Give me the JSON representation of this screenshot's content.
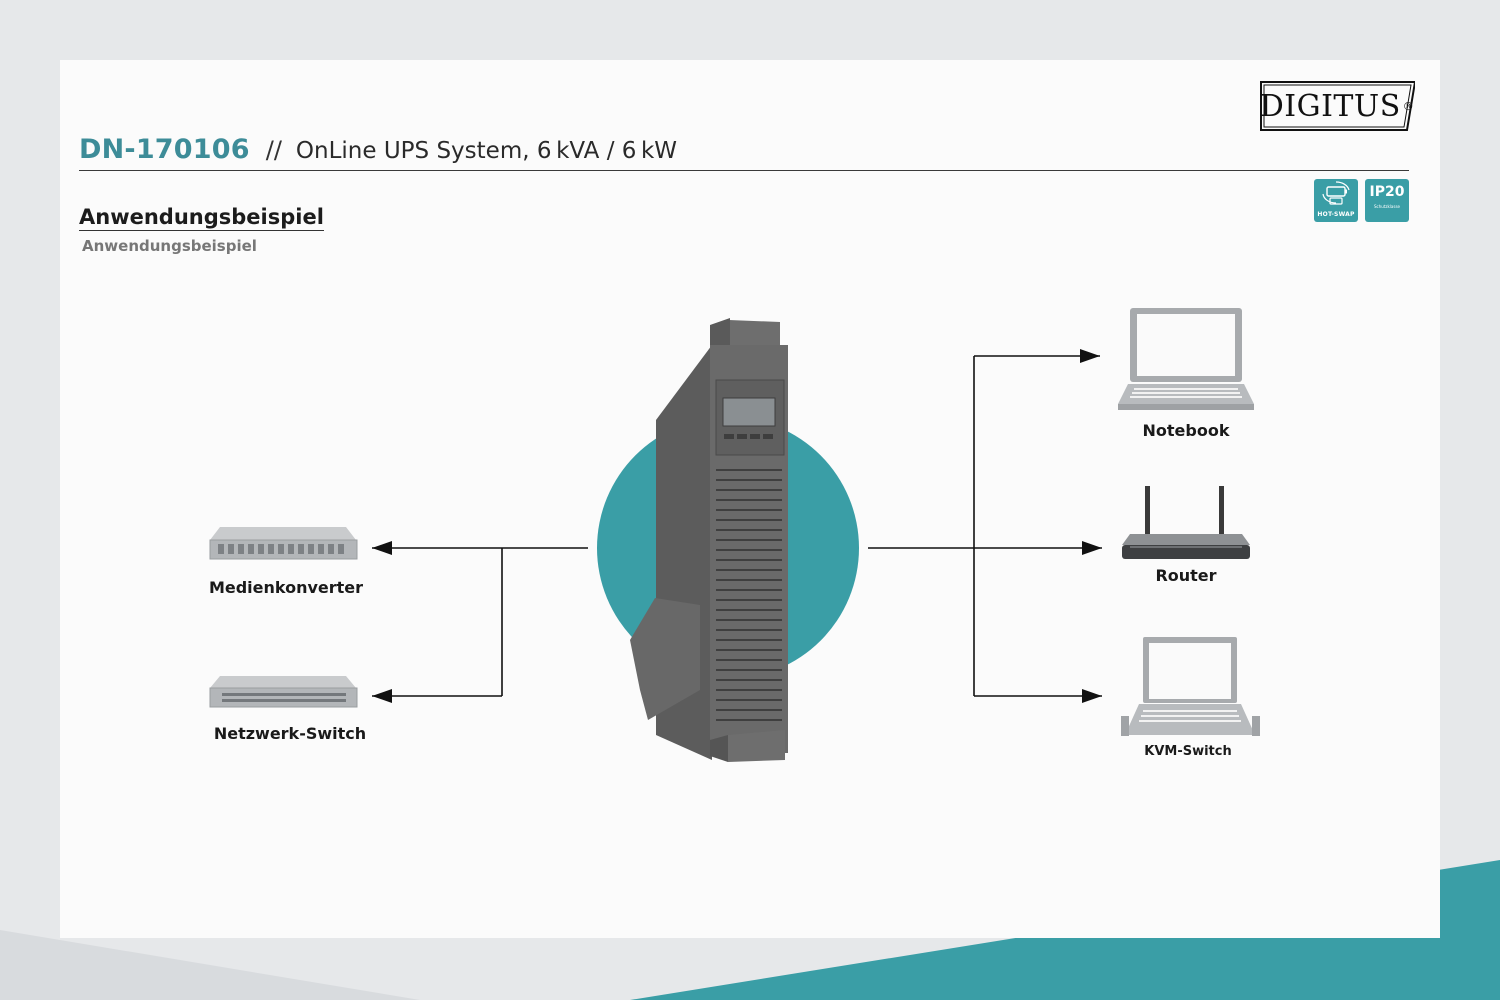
{
  "brand": {
    "logo_text": "DIGITUS",
    "registered_mark": "®"
  },
  "header": {
    "product_code": "DN-170106",
    "separator": "//",
    "product_description": "OnLine UPS System, 6 kVA / 6 kW"
  },
  "badges": {
    "hot_swap": {
      "label": "HOT-SWAP",
      "icon": "battery-swap-icon"
    },
    "ip_rating": {
      "label": "IP20",
      "sublabel": "Schutzklasse"
    }
  },
  "section": {
    "title": "Anwendungsbeispiel",
    "subtitle": "Anwendungsbeispiel"
  },
  "center_device": {
    "icon": "ups-tower-icon",
    "accent_color": "#3a9ea6"
  },
  "left_devices": [
    {
      "label": "Medienkonverter",
      "icon": "media-converter-rack-icon"
    },
    {
      "label": "Netzwerk-Switch",
      "icon": "network-switch-rack-icon"
    }
  ],
  "right_devices": [
    {
      "label": "Notebook",
      "icon": "notebook-icon"
    },
    {
      "label": "Router",
      "icon": "router-icon"
    },
    {
      "label": "KVM-Switch",
      "icon": "kvm-switch-icon"
    }
  ],
  "colors": {
    "brand_teal": "#3a9ea6",
    "code_teal": "#3d8c98"
  }
}
